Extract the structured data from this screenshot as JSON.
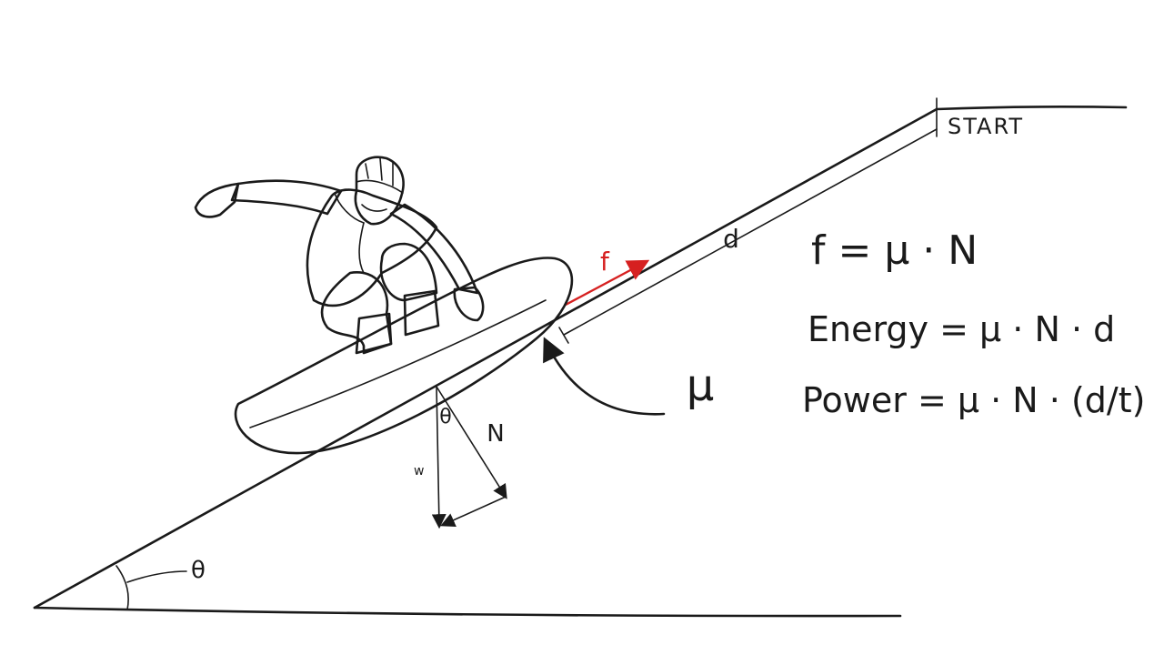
{
  "diagram": {
    "labels": {
      "start": "START",
      "distance": "d",
      "friction_force": "f",
      "friction_coefficient": "μ",
      "normal_force": "N",
      "weight": "w",
      "angle_at_board": "θ",
      "angle_at_base": "θ"
    },
    "equations": {
      "friction": "f = μ · N",
      "energy": "Energy = μ · N · d",
      "power": "Power = μ · N · (d/t)"
    },
    "colors": {
      "ink": "#1a1a1a",
      "friction_arrow": "#d62020",
      "background": "#ffffff"
    },
    "icons": [
      "snowboarder-illustration"
    ]
  }
}
